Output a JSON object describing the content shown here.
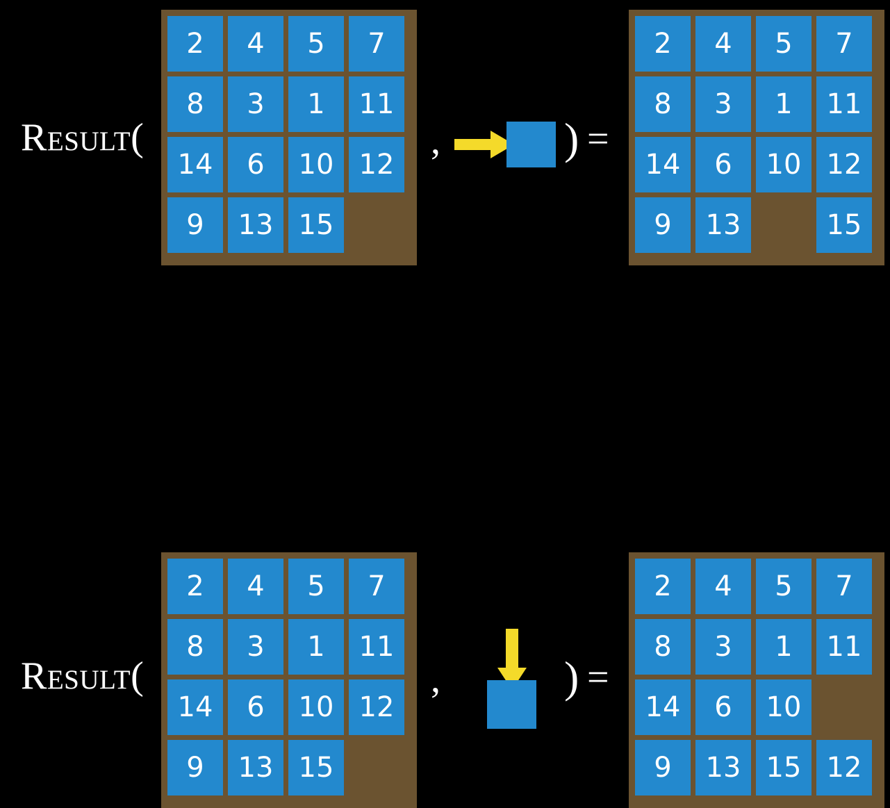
{
  "page": {
    "background_color": "#000000",
    "title": "RESULT function applied to 15-puzzle states"
  },
  "colors": {
    "tile": "#2389ce",
    "board": "#6b5330",
    "arrow": "#f4da2a",
    "text": "#ffffff",
    "background": "#000000"
  },
  "symbols": {
    "result_label": "Result(",
    "comma": ",",
    "close_paren": ")",
    "equals": "="
  },
  "equations": [
    {
      "id": "equation-move-right",
      "label": "Result(",
      "comma": ",",
      "action": {
        "icon": "arrow-right-icon",
        "direction": "right",
        "description": "move blank right / slide tile left"
      },
      "close_paren": ")",
      "equals": "=",
      "input_board": {
        "name": "input-board-row-1",
        "rows": [
          [
            "2",
            "4",
            "5",
            "7"
          ],
          [
            "8",
            "3",
            "1",
            "11"
          ],
          [
            "14",
            "6",
            "10",
            "12"
          ],
          [
            "9",
            "13",
            "15",
            ""
          ]
        ]
      },
      "output_board": {
        "name": "output-board-row-1",
        "rows": [
          [
            "2",
            "4",
            "5",
            "7"
          ],
          [
            "8",
            "3",
            "1",
            "11"
          ],
          [
            "14",
            "6",
            "10",
            "12"
          ],
          [
            "9",
            "13",
            "",
            "15"
          ]
        ]
      }
    },
    {
      "id": "equation-move-down",
      "label": "Result(",
      "comma": ",",
      "action": {
        "icon": "arrow-down-icon",
        "direction": "down",
        "description": "move blank down / slide tile up"
      },
      "close_paren": ")",
      "equals": "=",
      "input_board": {
        "name": "input-board-row-2",
        "rows": [
          [
            "2",
            "4",
            "5",
            "7"
          ],
          [
            "8",
            "3",
            "1",
            "11"
          ],
          [
            "14",
            "6",
            "10",
            "12"
          ],
          [
            "9",
            "13",
            "15",
            ""
          ]
        ]
      },
      "output_board": {
        "name": "output-board-row-2",
        "rows": [
          [
            "2",
            "4",
            "5",
            "7"
          ],
          [
            "8",
            "3",
            "1",
            "11"
          ],
          [
            "14",
            "6",
            "10",
            ""
          ],
          [
            "9",
            "13",
            "15",
            "12"
          ]
        ]
      }
    }
  ]
}
